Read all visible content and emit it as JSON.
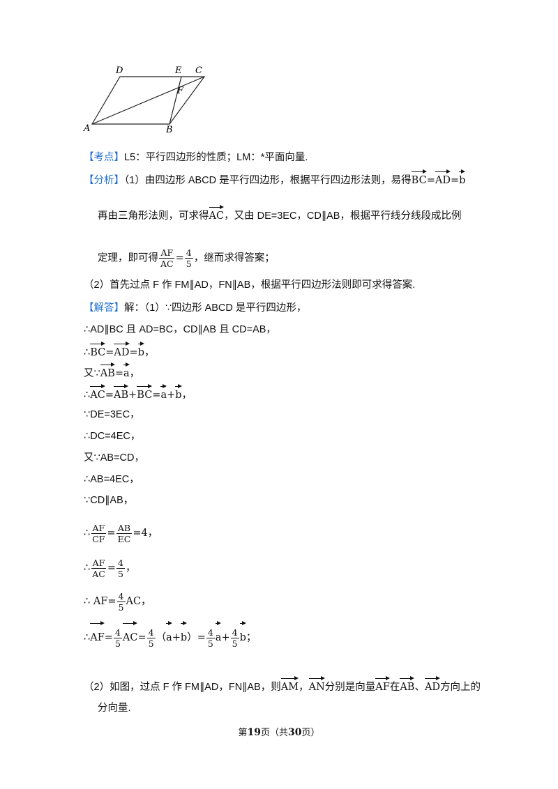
{
  "figure": {
    "labels": {
      "D": "D",
      "E": "E",
      "C": "C",
      "F": "F",
      "A": "A",
      "B": "B"
    }
  },
  "kaodian": {
    "tag": "【考点】",
    "text": "L5：平行四边形的性质；LM：*平面向量."
  },
  "fenxi": {
    "tag": "【分析】",
    "l1_a": "（1）由四边形 ABCD 是平行四边形，根据平行四边形法则，易得",
    "l2_a": "再由三角形法则，可求得",
    "l2_b": "，又由 DE=3EC，CD∥AB，根据平行线分线段成比例",
    "l3_a": "定理，即可得",
    "l3_b": "，继而求得答案；",
    "l4": "（2）首先过点 F 作 FM∥AD，FN∥AB，根据平行四边形法则即可求得答案."
  },
  "jieda": {
    "tag": "【解答】",
    "l1": "解：（1）∵四边形 ABCD 是平行四边形，",
    "l2": "∴AD∥BC 且 AD=BC，CD∥AB 且 CD=AB，",
    "l4_pre": "又∵",
    "l6": "∵DE=3EC，",
    "l7": "∴DC=4EC，",
    "l8": "又∵AB=CD，",
    "l9": "∴AB=4EC，",
    "l10": "∵CD∥AB，"
  },
  "math": {
    "therefore": "∴",
    "eq": "=",
    "plus": "+",
    "comma": "，",
    "comma_semi": "；",
    "v_BC": "BC",
    "v_AD": "AD",
    "v_AB": "AB",
    "v_AC": "AC",
    "v_AF": "AF",
    "v_AM": "AM",
    "v_AN": "AN",
    "a": "a",
    "b": "b",
    "four": "4",
    "five": "5",
    "AF": "AF",
    "AC": "AC",
    "CF": "CF",
    "AB": "AB",
    "EC": "EC",
    "lp": "（",
    "rp": "）"
  },
  "part2": {
    "l1_a": "（2）如图，过点 F 作 FM∥AD，FN∥AB，则",
    "l1_b": "，",
    "l1_c": "分别是向量",
    "l1_d": "在",
    "l1_e": "、",
    "l1_f": "方向上的",
    "l2": "分向量."
  },
  "footer": {
    "pre": "第",
    "page": "19",
    "mid": "页（共",
    "total": "30",
    "post": "页）"
  }
}
